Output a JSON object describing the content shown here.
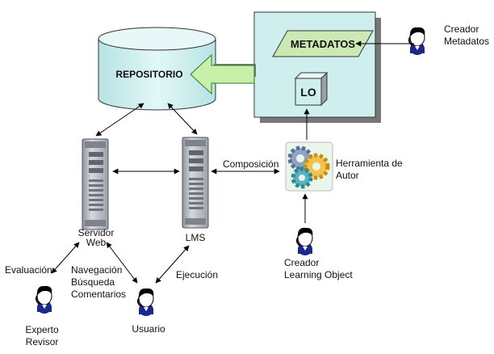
{
  "nodes": {
    "repositorio": "REPOSITORIO",
    "metadatos": "METADATOS",
    "lo": "LO",
    "servidor_web": [
      "Servidor",
      "Web"
    ],
    "lms": "LMS",
    "herramienta": [
      "Herramienta de",
      "Autor"
    ],
    "creador_metadatos": [
      "Creador",
      "Metadatos"
    ],
    "creador_lo": [
      "Creador",
      "Learning Object"
    ],
    "usuario": "Usuario",
    "experto": [
      "Experto",
      "Revisor"
    ]
  },
  "edges": {
    "composicion": "Composición",
    "evaluacion": "Evaluación",
    "navegacion": [
      "Navegación",
      "Búsqueda",
      "Comentarios"
    ],
    "ejecucion": "Ejecución"
  },
  "colors": {
    "panel": "#cfeeee",
    "repository": "#cfeeee",
    "metadatos_fill": "#cce9b3",
    "arrow_fill": "#c8f0a8",
    "arrow_edge": "#2c7a2c",
    "server": "#b9bfc6"
  },
  "icons": {
    "person": "person-icon",
    "server": "server-icon",
    "gears": "gears-icon"
  }
}
